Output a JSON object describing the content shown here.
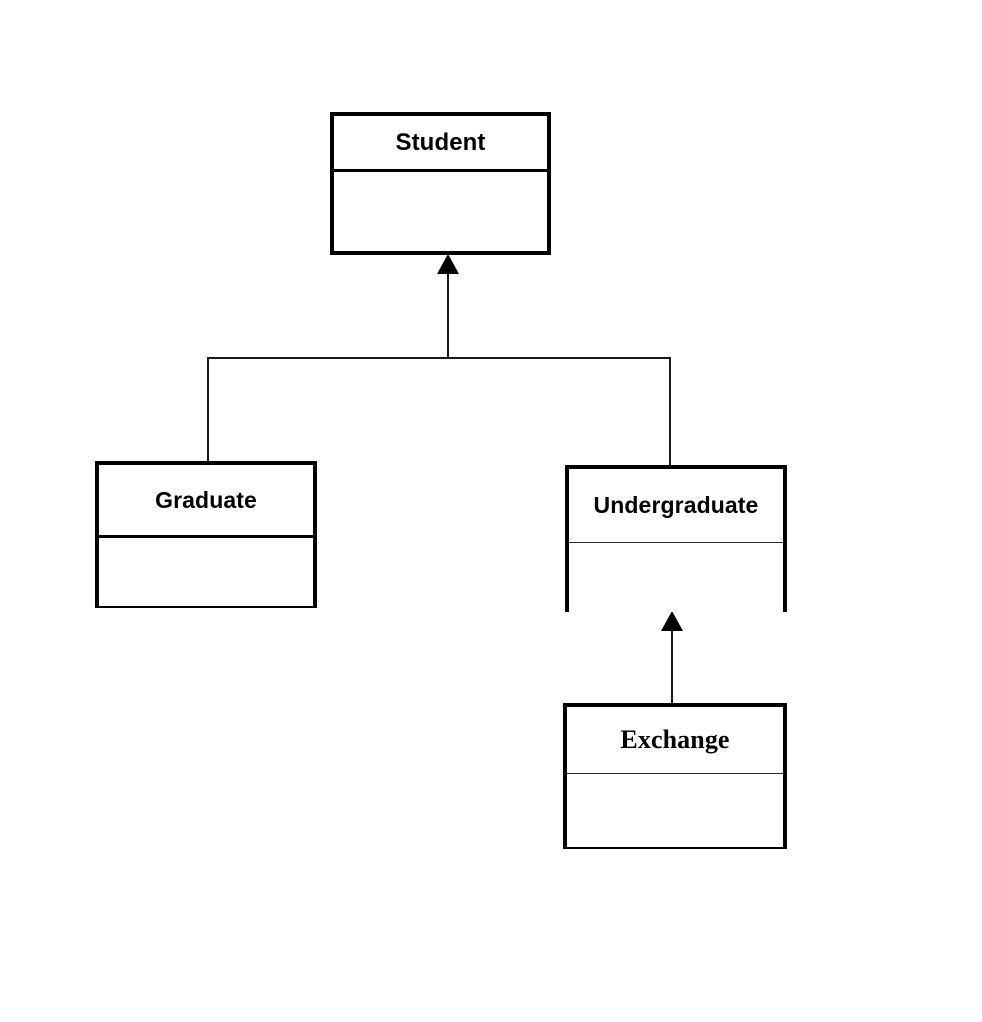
{
  "diagram": {
    "type": "uml-class-diagram",
    "background_color": "#ffffff",
    "line_color": "#1a1a1a",
    "border_color": "#000000",
    "text_color": "#000000",
    "classes": [
      {
        "id": "student",
        "name": "Student",
        "font_style": "sans-serif-bold",
        "attributes": [],
        "operations": []
      },
      {
        "id": "graduate",
        "name": "Graduate",
        "font_style": "sans-serif-bold",
        "attributes": [],
        "operations": []
      },
      {
        "id": "undergraduate",
        "name": "Undergraduate",
        "font_style": "sans-serif-bold",
        "attributes": [],
        "operations": []
      },
      {
        "id": "exchange",
        "name": "Exchange",
        "font_style": "serif-bold",
        "attributes": [],
        "operations": []
      }
    ],
    "relationships": [
      {
        "id": "graduate-to-student",
        "kind": "generalization",
        "source": "Graduate",
        "target": "Student",
        "arrow": "hollow-triangle-filled-up"
      },
      {
        "id": "undergraduate-to-student",
        "kind": "generalization",
        "source": "Undergraduate",
        "target": "Student",
        "arrow": "hollow-triangle-filled-up"
      },
      {
        "id": "exchange-to-undergraduate",
        "kind": "generalization",
        "source": "Exchange",
        "target": "Undergraduate",
        "arrow": "hollow-triangle-filled-up"
      }
    ]
  }
}
